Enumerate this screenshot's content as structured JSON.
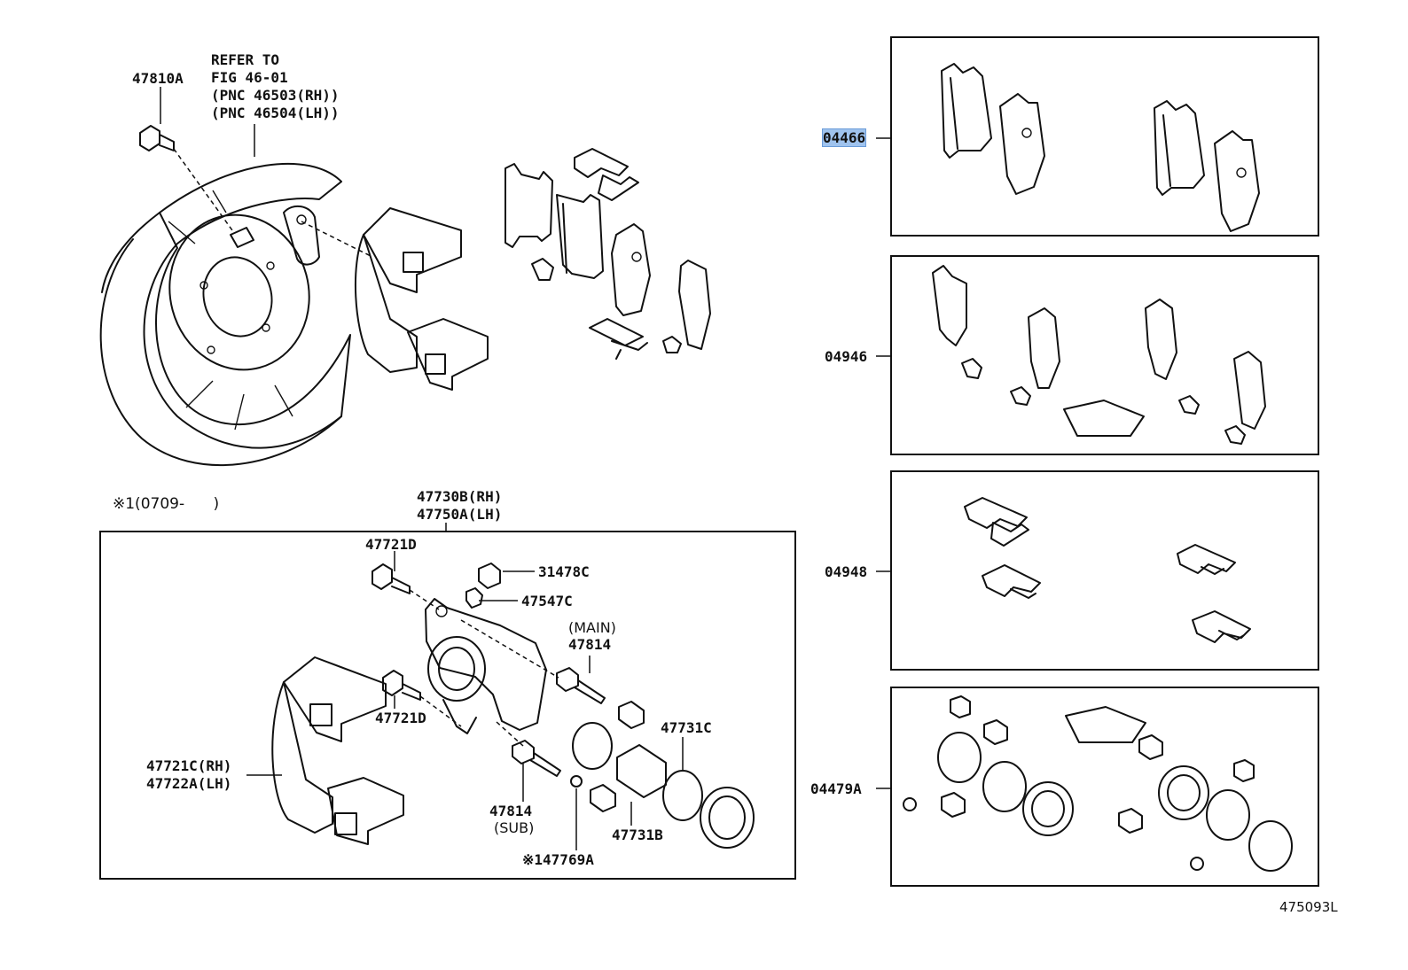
{
  "diagram_id": "475093L",
  "refer_note": [
    "REFER TO",
    "FIG 46-01",
    "(PNC 46503(RH))",
    "(PNC 46504(LH))"
  ],
  "kit_boxes": [
    {
      "part_no": "04466",
      "highlighted": true
    },
    {
      "part_no": "04946",
      "highlighted": false
    },
    {
      "part_no": "04948",
      "highlighted": false
    },
    {
      "part_no": "04479A",
      "highlighted": false
    }
  ],
  "caliper_note": "※1(0709-      )",
  "labels": {
    "bolt_top": "47810A",
    "caliper_rh": "47730B(RH)",
    "caliper_lh": "47750A(LH)",
    "bolt_upper": "47721D",
    "bolt_lower": "47721D",
    "boot_top": "31478C",
    "bleeder": "47547C",
    "pin_main_note": "(MAIN)",
    "pin_main": "47814",
    "seal_kit": "47731C",
    "mount_rh": "47721C(RH)",
    "mount_lh": "47722A(LH)",
    "pin_sub": "47814",
    "pin_sub_note": "(SUB)",
    "piston": "47731B",
    "cap": "※147769A"
  },
  "colors": {
    "highlight": "#9fc3ee",
    "line": "#111111"
  }
}
